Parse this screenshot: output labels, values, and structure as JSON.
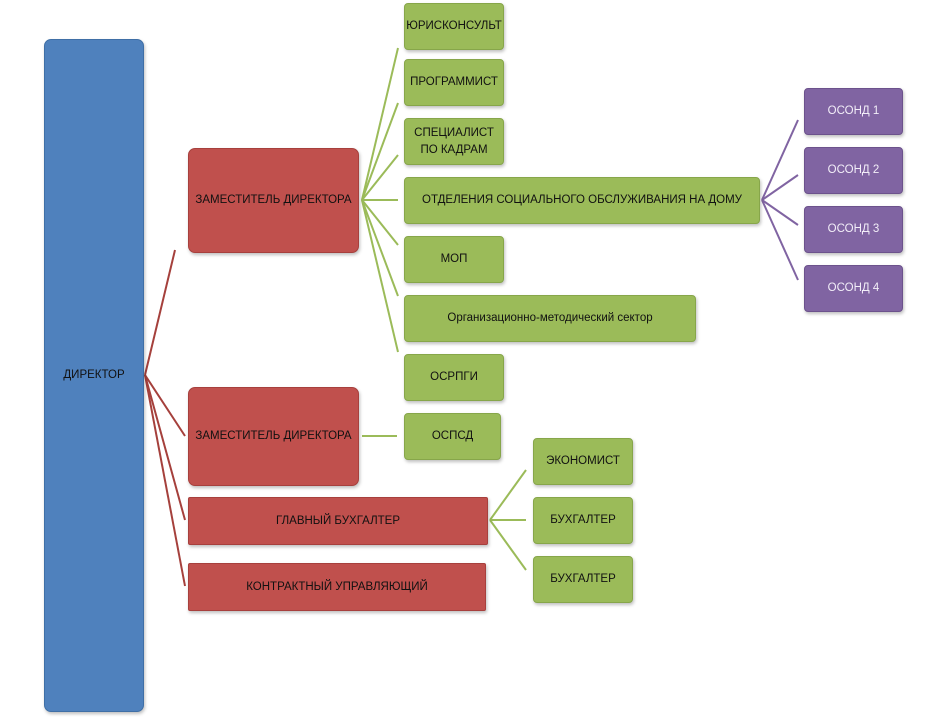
{
  "director": "ДИРЕКТОР",
  "deputy_1": {
    "label": "ЗАМЕСТИТЕЛЬ ДИРЕКТОРА",
    "units": [
      "ЮРИСКОНСУЛЬТ",
      "ПРОГРАММИСТ",
      "СПЕЦИАЛИСТ ПО КАДРАМ",
      "ОТДЕЛЕНИЯ СОЦИАЛЬНОГО ОБСЛУЖИВАНИЯ НА ДОМУ",
      "МОП",
      "Организационно-методический сектор",
      "ОСРПГИ"
    ],
    "home_service_branches": [
      "ОСОНД 1",
      "ОСОНД 2",
      "ОСОНД 3",
      "ОСОНД 4"
    ]
  },
  "deputy_2": {
    "label": "ЗАМЕСТИТЕЛЬ ДИРЕКТОРА",
    "units": [
      "ОСПСД"
    ]
  },
  "chief_accountant": {
    "label": "ГЛАВНЫЙ БУХГАЛТЕР",
    "units": [
      "ЭКОНОМИСТ",
      "БУХГАЛТЕР",
      "БУХГАЛТЕР"
    ]
  },
  "contract_manager": "КОНТРАКТНЫЙ УПРАВЛЯЮЩИЙ",
  "colors": {
    "director": "#4f81bd",
    "management": "#c0504d",
    "unit": "#9bbb59",
    "branch": "#8064a2"
  }
}
